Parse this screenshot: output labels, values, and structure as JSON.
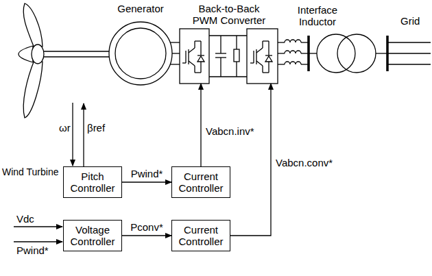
{
  "diagram": {
    "nodes": [
      {
        "text": [
          "Generator"
        ]
      },
      {
        "text": [
          "Back-to-Back PWM Converter"
        ]
      },
      {
        "text": [
          "Pitch Controller"
        ]
      },
      {
        "text": [
          "Current Controller"
        ]
      },
      {
        "text": [
          "Voltage Controller"
        ]
      },
      {
        "text": [
          "Current Controller"
        ]
      }
    ],
    "edges": [
      {
        "from": 2,
        "to": 3,
        "label": "Pwind*",
        "arrow": "to"
      },
      {
        "from": 3,
        "to": 1,
        "label": "Vabcn.inv*",
        "arrow": "to"
      },
      {
        "from": 4,
        "to": 5,
        "label": "Pconv*",
        "arrow": "to"
      },
      {
        "from": 5,
        "to": 1,
        "label": "Vabcn.conv*",
        "arrow": "to"
      }
    ],
    "labels": [
      "Interface Inductor",
      "Grid",
      "Wind Turbine",
      "ωr",
      "βref",
      "Vdc",
      "Pwind*"
    ]
  }
}
